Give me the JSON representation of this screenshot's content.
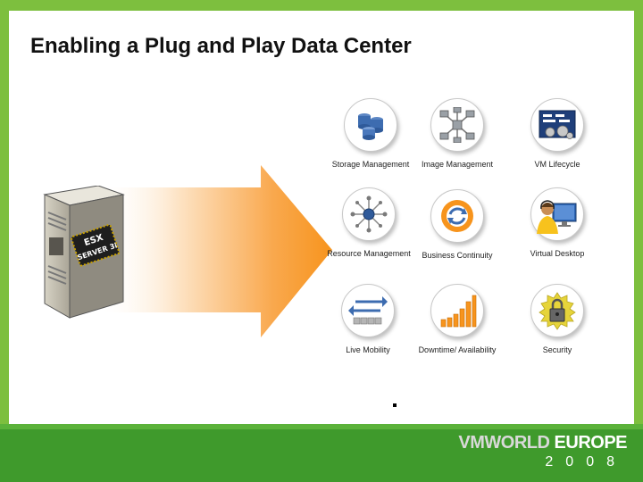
{
  "slide": {
    "title": "Enabling a Plug and Play Data Center"
  },
  "server": {
    "badge_line1": "ESX",
    "badge_line2": "SERVER 3i"
  },
  "capabilities": [
    {
      "label": "Storage Management",
      "icon": "database-icon"
    },
    {
      "label": "Image Management",
      "icon": "network-icon"
    },
    {
      "label": "VM Lifecycle",
      "icon": "vm-lifecycle-icon"
    },
    {
      "label": "Resource Management",
      "icon": "hub-icon"
    },
    {
      "label": "Business Continuity",
      "icon": "continuity-icon"
    },
    {
      "label": "Virtual Desktop",
      "icon": "desktop-user-icon"
    },
    {
      "label": "Live Mobility",
      "icon": "migration-arrows-icon"
    },
    {
      "label": "Downtime/ Availability",
      "icon": "bar-chart-icon"
    },
    {
      "label": "Security",
      "icon": "padlock-icon"
    }
  ],
  "footer": {
    "brand": "VMWORLD",
    "brand_region": "EUROPE",
    "year": "2008"
  },
  "colors": {
    "frame_green": "#7dbf3e",
    "footer_green": "#3f9a2c",
    "arrow_orange": "#f7941d"
  }
}
